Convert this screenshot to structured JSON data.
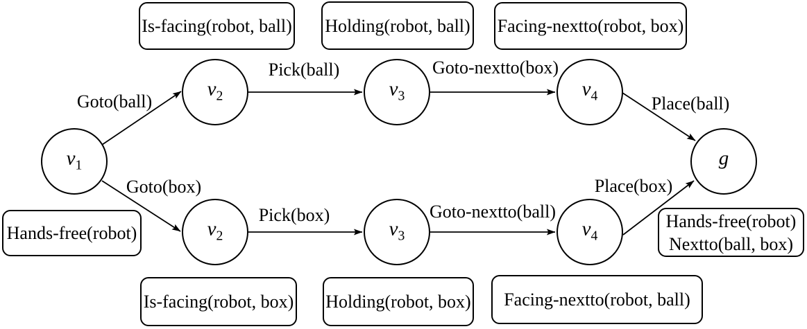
{
  "diagram": {
    "colors": {
      "background": "#ffffff",
      "stroke": "#000000",
      "text": "#000000"
    },
    "nodes": [
      {
        "name": "v1-start",
        "base": "v",
        "sub": "1"
      },
      {
        "name": "v2-top",
        "base": "v",
        "sub": "2"
      },
      {
        "name": "v3-top",
        "base": "v",
        "sub": "3"
      },
      {
        "name": "v4-top",
        "base": "v",
        "sub": "4"
      },
      {
        "name": "v2-bottom",
        "base": "v",
        "sub": "2"
      },
      {
        "name": "v3-bottom",
        "base": "v",
        "sub": "3"
      },
      {
        "name": "v4-bottom",
        "base": "v",
        "sub": "4"
      },
      {
        "name": "goal",
        "base": "g",
        "sub": ""
      }
    ],
    "edges": [
      {
        "name": "goto-ball",
        "label": "Goto(ball)"
      },
      {
        "name": "pick-ball",
        "label": "Pick(ball)"
      },
      {
        "name": "goto-nextto-box",
        "label": "Goto-nextto(box)"
      },
      {
        "name": "place-ball",
        "label": "Place(ball)"
      },
      {
        "name": "goto-box",
        "label": "Goto(box)"
      },
      {
        "name": "pick-box",
        "label": "Pick(box)"
      },
      {
        "name": "goto-nextto-ball",
        "label": "Goto-nextto(ball)"
      },
      {
        "name": "place-box",
        "label": "Place(box)"
      }
    ],
    "state_boxes": [
      {
        "name": "is-facing-robot-ball",
        "lines": [
          "Is-facing(robot, ball)"
        ]
      },
      {
        "name": "holding-robot-ball",
        "lines": [
          "Holding(robot, ball)"
        ]
      },
      {
        "name": "facing-nextto-robot-box",
        "lines": [
          "Facing-nextto(robot, box)"
        ]
      },
      {
        "name": "hands-free-robot",
        "lines": [
          "Hands-free(robot)"
        ]
      },
      {
        "name": "is-facing-robot-box",
        "lines": [
          "Is-facing(robot, box)"
        ]
      },
      {
        "name": "holding-robot-box",
        "lines": [
          "Holding(robot, box)"
        ]
      },
      {
        "name": "facing-nextto-robot-ball",
        "lines": [
          "Facing-nextto(robot, ball)"
        ]
      },
      {
        "name": "goal-state",
        "lines": [
          "Hands-free(robot)",
          "Nextto(ball, box)"
        ]
      }
    ]
  }
}
